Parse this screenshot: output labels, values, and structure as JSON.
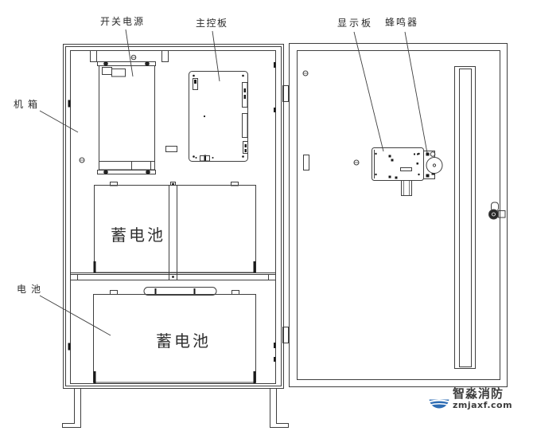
{
  "diagram": {
    "component_labels": {
      "power_supply": "开关电源",
      "main_board": "主控板",
      "chassis": "机箱",
      "battery": "电池",
      "display_board": "显示板",
      "buzzer": "蜂鸣器"
    },
    "battery_box_upper": "蓄电池",
    "battery_box_lower": "蓄电池"
  },
  "watermark": {
    "brand": "智淼消防",
    "site": "zmjaxf.com",
    "accent_orange": "#f7941e",
    "accent_blue": "#2e6db4"
  },
  "canvas": {
    "line_color": "#3f3f3f",
    "background": "#ffffff"
  }
}
